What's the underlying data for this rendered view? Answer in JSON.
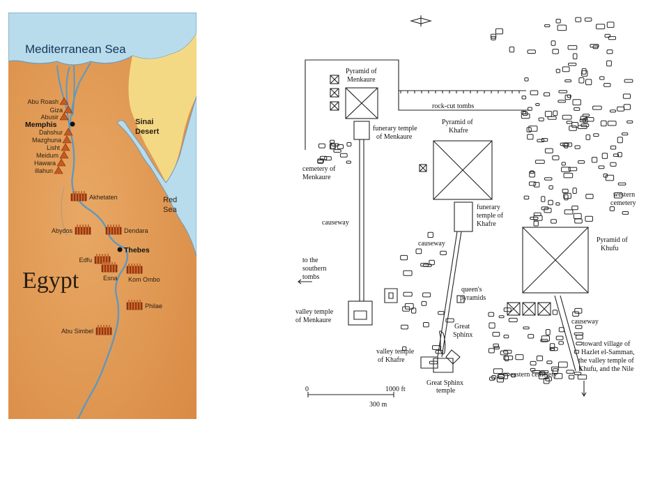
{
  "egypt_map": {
    "sea_label": "Mediterranean Sea",
    "sinai_label": [
      "Sinai",
      "Desert"
    ],
    "red_sea_label": [
      "Red",
      "Sea"
    ],
    "country_label": "Egypt",
    "pyramid_sites": [
      "Abu Roash",
      "Giza",
      "Abusir",
      "Memphis",
      "Dahshur",
      "Mazghuna",
      "Lisht",
      "Meidum",
      "Hawara",
      "illahun"
    ],
    "temple_sites": [
      "Akhetaten",
      "Abydos",
      "Dendara",
      "Thebes",
      "Edfu",
      "Esna",
      "Kom Ombo",
      "Philae",
      "Abu Simbel"
    ],
    "colors": {
      "sea": "#b9dcec",
      "river": "#5f98bf",
      "land": "#e4a15e",
      "desert": "#f4d985",
      "pyramid": "#c65a1e",
      "temple": "#9c3513"
    }
  },
  "giza_plan": {
    "labels": {
      "menkaure_pyramid": [
        "Pyramid of",
        "Menkaure"
      ],
      "rock_cut_tombs": "rock-cut tombs",
      "khafre_pyramid": [
        "Pyramid of",
        "Khafre"
      ],
      "funerary_menkaure": [
        "funerary temple",
        "of Menkaure"
      ],
      "cemetery_menkaure": [
        "cemetery of",
        "Menkaure"
      ],
      "western_cemetery": [
        "western",
        "cemetery"
      ],
      "causeway_menkaure": "causeway",
      "funerary_khafre": [
        "funerary",
        "temple of",
        "Khafre"
      ],
      "causeway_khafre": "causeway",
      "khufu_pyramid": [
        "Pyramid of",
        "Khufu"
      ],
      "southern_tombs": [
        "to the",
        "southern",
        "tombs"
      ],
      "queens_pyramids": [
        "queen's",
        "pyramids"
      ],
      "valley_menkaure": [
        "valley temple",
        "of Menkaure"
      ],
      "causeway_khufu": "causeway",
      "sphinx": [
        "Great",
        "Sphinx"
      ],
      "valley_khafre": [
        "valley temple",
        "of Khafre"
      ],
      "toward_village": [
        "toward village of",
        "Hazlet el-Samman,",
        "the valley temple of",
        "Khufu, and the Nile"
      ],
      "eastern_cemetery": "eastern cemetery",
      "sphinx_temple": [
        "Great Sphinx",
        "temple"
      ]
    },
    "scale": {
      "zero": "0",
      "ft": "1000 ft",
      "m": "300 m"
    }
  }
}
